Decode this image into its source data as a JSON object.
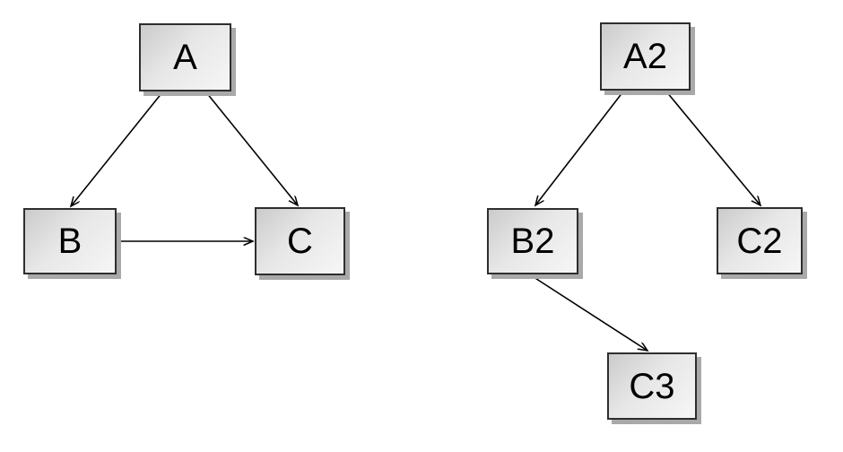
{
  "diagram": {
    "background_color": "#ffffff",
    "node_style": {
      "fill_start": "#cbcbcb",
      "fill_end": "#f6f6f6",
      "border_color": "#2e2e2e",
      "shadow_color": "#a9a9a9",
      "text_color": "#000000"
    },
    "edge_color": "#000000",
    "graphs": [
      {
        "name": "left-graph",
        "nodes": [
          {
            "id": "A",
            "label": "A"
          },
          {
            "id": "B",
            "label": "B"
          },
          {
            "id": "C",
            "label": "C"
          }
        ],
        "edges": [
          {
            "from": "A",
            "to": "B"
          },
          {
            "from": "A",
            "to": "C"
          },
          {
            "from": "B",
            "to": "C"
          }
        ]
      },
      {
        "name": "right-graph",
        "nodes": [
          {
            "id": "A2",
            "label": "A2"
          },
          {
            "id": "B2",
            "label": "B2"
          },
          {
            "id": "C2",
            "label": "C2"
          },
          {
            "id": "C3",
            "label": "C3"
          }
        ],
        "edges": [
          {
            "from": "A2",
            "to": "B2"
          },
          {
            "from": "A2",
            "to": "C2"
          },
          {
            "from": "B2",
            "to": "C3"
          }
        ]
      }
    ]
  }
}
